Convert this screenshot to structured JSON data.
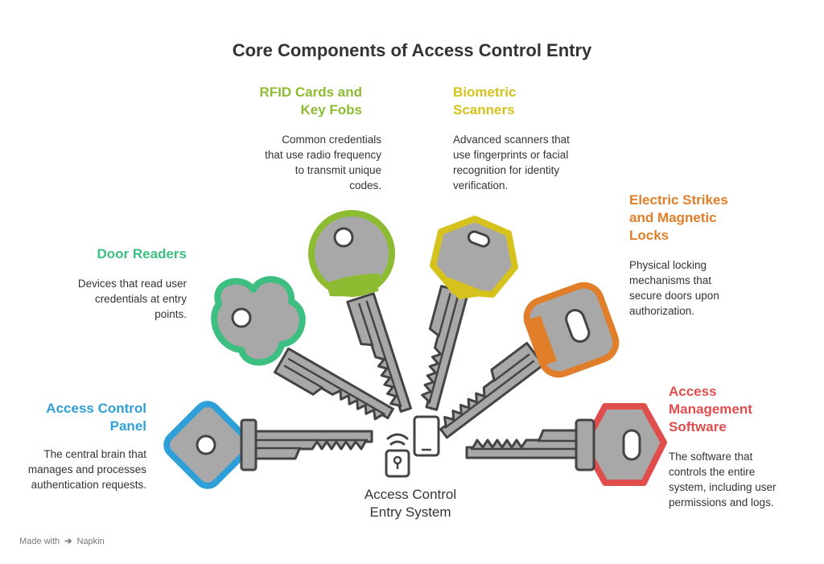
{
  "title": "Core Components of Access Control Entry",
  "center_label": [
    "Access Control",
    "Entry System"
  ],
  "footer": {
    "made_with": "Made with",
    "brand": "Napkin",
    "mark": "➔"
  },
  "colors": {
    "panel": "#2f9fd8",
    "readers": "#3dbf82",
    "rfid": "#8dbb31",
    "biometric": "#d6c21d",
    "electric": "#e07e2a",
    "software": "#e04d4d",
    "key_gray": "#a8a8a8",
    "key_outline": "#444444"
  },
  "components": [
    {
      "id": "panel",
      "title": [
        "Access Control",
        "Panel"
      ],
      "description": [
        "The central brain that",
        "manages and processes",
        "authentication requests."
      ]
    },
    {
      "id": "readers",
      "title": [
        "Door Readers"
      ],
      "description": [
        "Devices that read user",
        "credentials at entry",
        "points."
      ]
    },
    {
      "id": "rfid",
      "title": [
        "RFID Cards and",
        "Key Fobs"
      ],
      "description": [
        "Common credentials",
        "that use radio frequency",
        "to transmit unique",
        "codes."
      ]
    },
    {
      "id": "biometric",
      "title": [
        "Biometric",
        "Scanners"
      ],
      "description": [
        "Advanced scanners that",
        "use fingerprints or facial",
        "recognition for identity",
        "verification."
      ]
    },
    {
      "id": "electric",
      "title": [
        "Electric Strikes",
        "and Magnetic",
        "Locks"
      ],
      "description": [
        "Physical locking",
        "mechanisms that",
        "secure doors upon",
        "authorization."
      ]
    },
    {
      "id": "software",
      "title": [
        "Access",
        "Management",
        "Software"
      ],
      "description": [
        "The software that",
        "controls the entire",
        "system, including user",
        "permissions and logs."
      ]
    }
  ]
}
